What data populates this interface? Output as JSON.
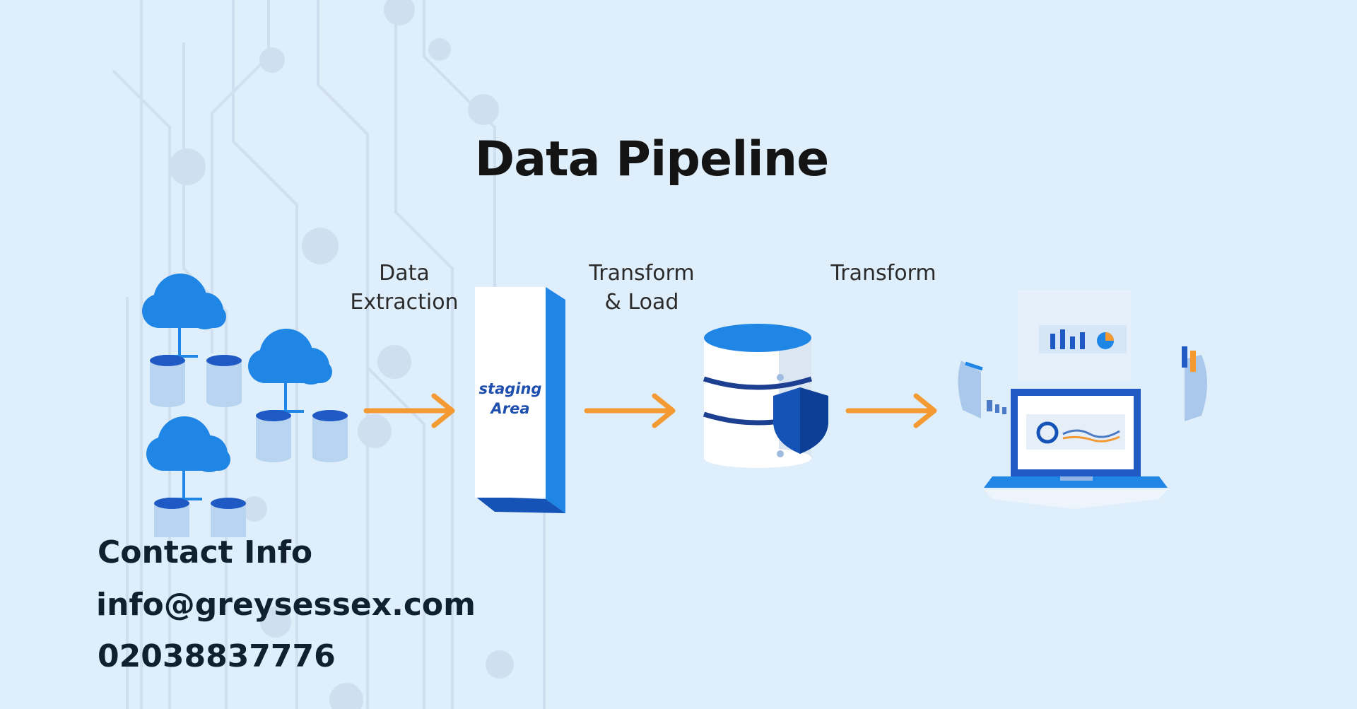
{
  "title": "Data Pipeline",
  "steps": {
    "extraction": {
      "line1": "Data",
      "line2": "Extraction"
    },
    "staging": {
      "line1": "staging",
      "line2": "Area"
    },
    "transform_load": {
      "line1": "Transform",
      "line2": "& Load"
    },
    "transform": {
      "label": "Transform"
    }
  },
  "contact": {
    "heading": "Contact Info",
    "email": "info@greysessex.com",
    "phone": "02038837776"
  },
  "colors": {
    "background": "#dfeefb",
    "primary_blue": "#1f86e6",
    "dark_blue": "#1553b7",
    "arrow_orange": "#f39a33",
    "cylinder_fill": "#b9d4f0"
  },
  "icons": [
    "cloud-database-icon",
    "arrow-right-icon",
    "staging-area-icon",
    "database-shield-icon",
    "laptop-dashboard-icon"
  ]
}
